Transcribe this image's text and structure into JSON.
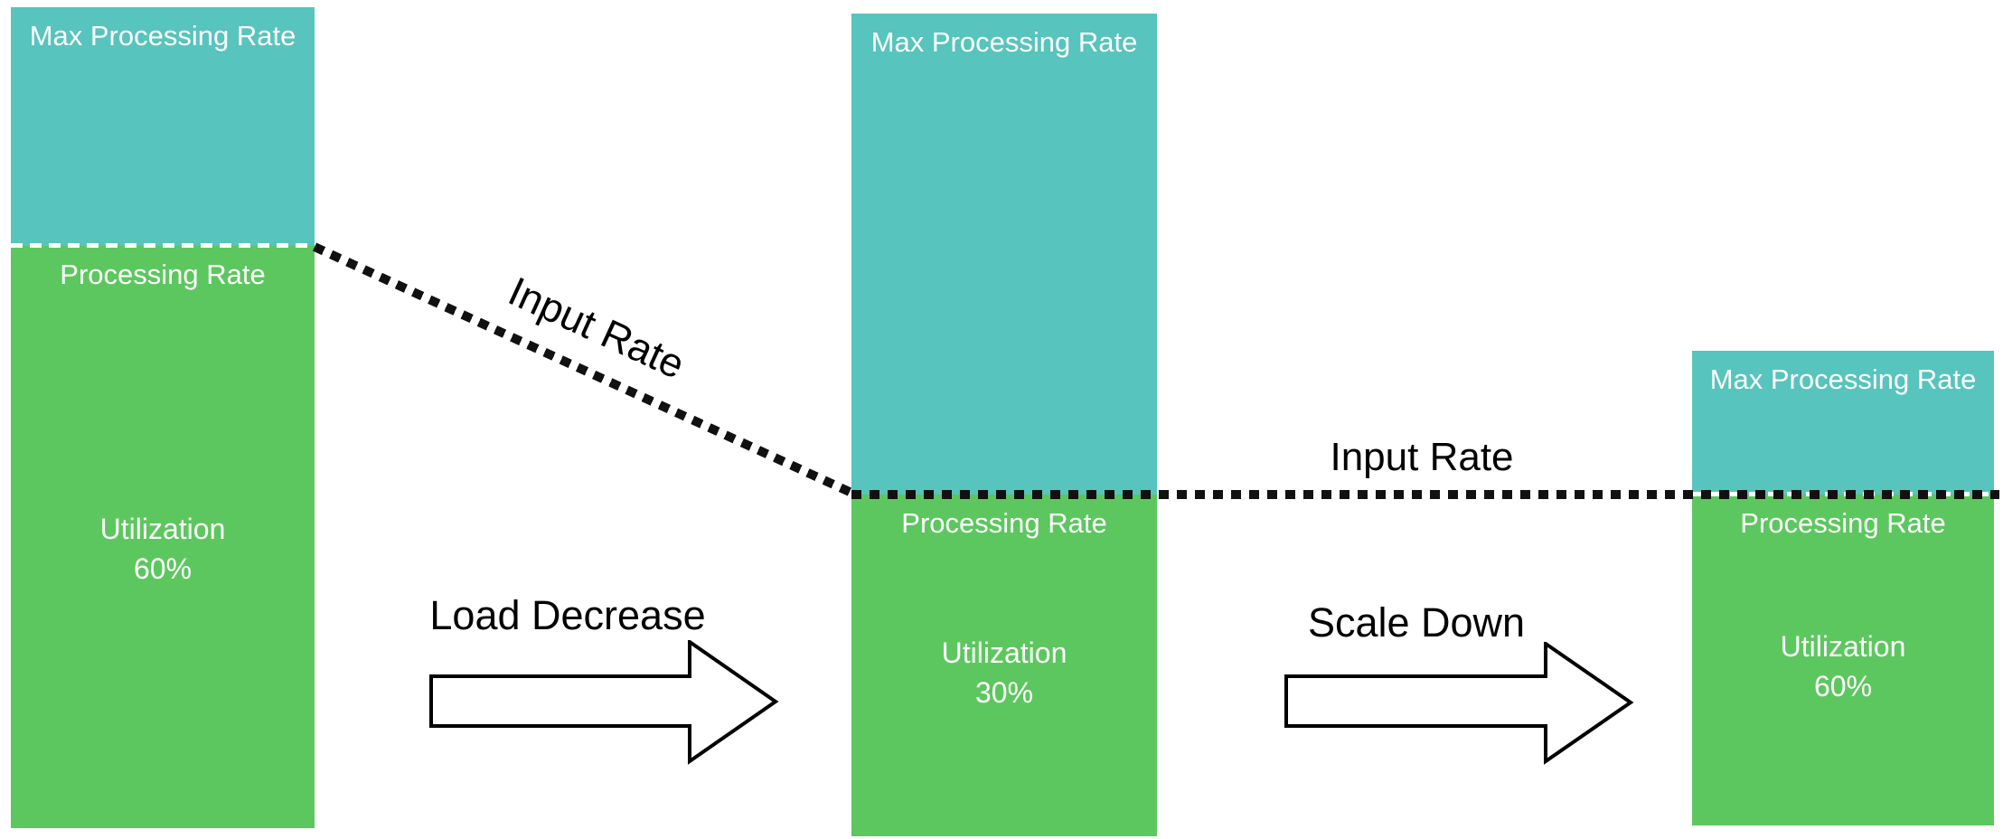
{
  "diagram": {
    "title_hint": "Autoscaling utilization diagram",
    "colors": {
      "max_processing_fill": "#57c4bd",
      "processing_fill": "#5cc75e",
      "dotted_line": "#111111",
      "divider_dash": "#ffffff",
      "bar_text": "#ffffff",
      "label_text": "#000000",
      "background": "#ffffff"
    },
    "stages": [
      {
        "id": "initial",
        "max_label": "Max Processing Rate",
        "processing_label": "Processing Rate",
        "utilization_label": "Utilization",
        "utilization_value": "60%"
      },
      {
        "id": "after-load-decrease",
        "max_label": "Max Processing Rate",
        "processing_label": "Processing Rate",
        "utilization_label": "Utilization",
        "utilization_value": "30%"
      },
      {
        "id": "after-scale-down",
        "max_label": "Max Processing Rate",
        "processing_label": "Processing Rate",
        "utilization_label": "Utilization",
        "utilization_value": "60%"
      }
    ],
    "transitions": [
      {
        "id": "load-decrease",
        "label": "Load Decrease"
      },
      {
        "id": "scale-down",
        "label": "Scale Down"
      }
    ],
    "input_rate": {
      "diagonal_label": "Input Rate",
      "horizontal_label": "Input Rate"
    }
  }
}
